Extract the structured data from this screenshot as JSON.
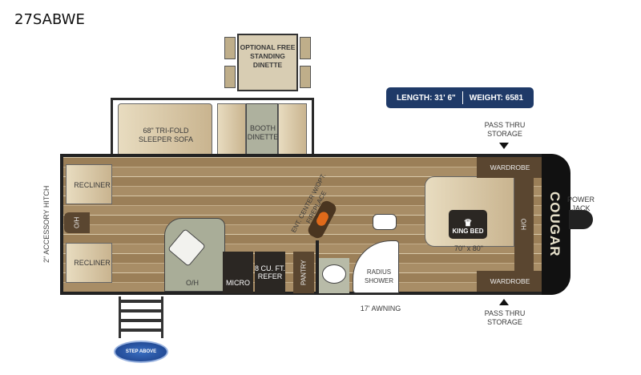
{
  "model": "27SABWE",
  "specs": {
    "length": "LENGTH: 31' 6\"",
    "weight": "WEIGHT: 6581"
  },
  "labels": {
    "optional_dinette": "OPTIONAL FREE STANDING DINETTE",
    "sofa": "68\" TRI-FOLD SLEEPER SOFA",
    "booth": "BOOTH DINETTE",
    "pass_thru_top": "PASS THRU STORAGE",
    "pass_thru_bottom": "PASS THRU STORAGE",
    "wardrobe_top": "WARDROBE",
    "wardrobe_bottom": "WARDROBE",
    "king_bed": "KING BED",
    "bed_size": "70\" x 80\"",
    "ho_front": "H/O",
    "power_jack": "POWER JACK",
    "recliner_top": "RECLINER",
    "recliner_bottom": "RECLINER",
    "oh_rear": "O/H",
    "oh_kitchen": "O/H",
    "hitch": "2\" ACCESSORY HITCH",
    "ent_center": "ENT. CENTER W/OPT. FIREPLACE",
    "micro": "MICRO",
    "refer": "8 CU. FT. REFER",
    "pantry": "PANTRY",
    "shower": "RADIUS SHOWER",
    "awning": "17' AWNING",
    "brand": "COUGAR",
    "step_logo": "STEP ABOVE"
  },
  "colors": {
    "badge": "#1f3a68",
    "floor": "#a88d66"
  }
}
